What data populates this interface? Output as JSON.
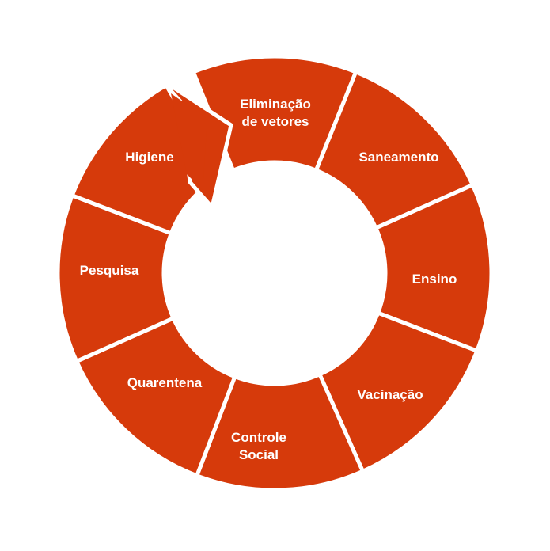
{
  "cycle": {
    "fill_color": "#D63A0B",
    "separator_color": "#ffffff",
    "label_color": "#ffffff",
    "segments": [
      {
        "id": "eliminacao",
        "lines": [
          "Eliminação",
          "de vetores"
        ]
      },
      {
        "id": "saneamento",
        "lines": [
          "Saneamento"
        ]
      },
      {
        "id": "ensino",
        "lines": [
          "Ensino"
        ]
      },
      {
        "id": "vacinacao",
        "lines": [
          "Vacinação"
        ]
      },
      {
        "id": "controle-social",
        "lines": [
          "Controle",
          "Social"
        ]
      },
      {
        "id": "quarentena",
        "lines": [
          "Quarentena"
        ]
      },
      {
        "id": "pesquisa",
        "lines": [
          "Pesquisa"
        ]
      },
      {
        "id": "higiene",
        "lines": [
          "Higiene"
        ]
      }
    ]
  }
}
